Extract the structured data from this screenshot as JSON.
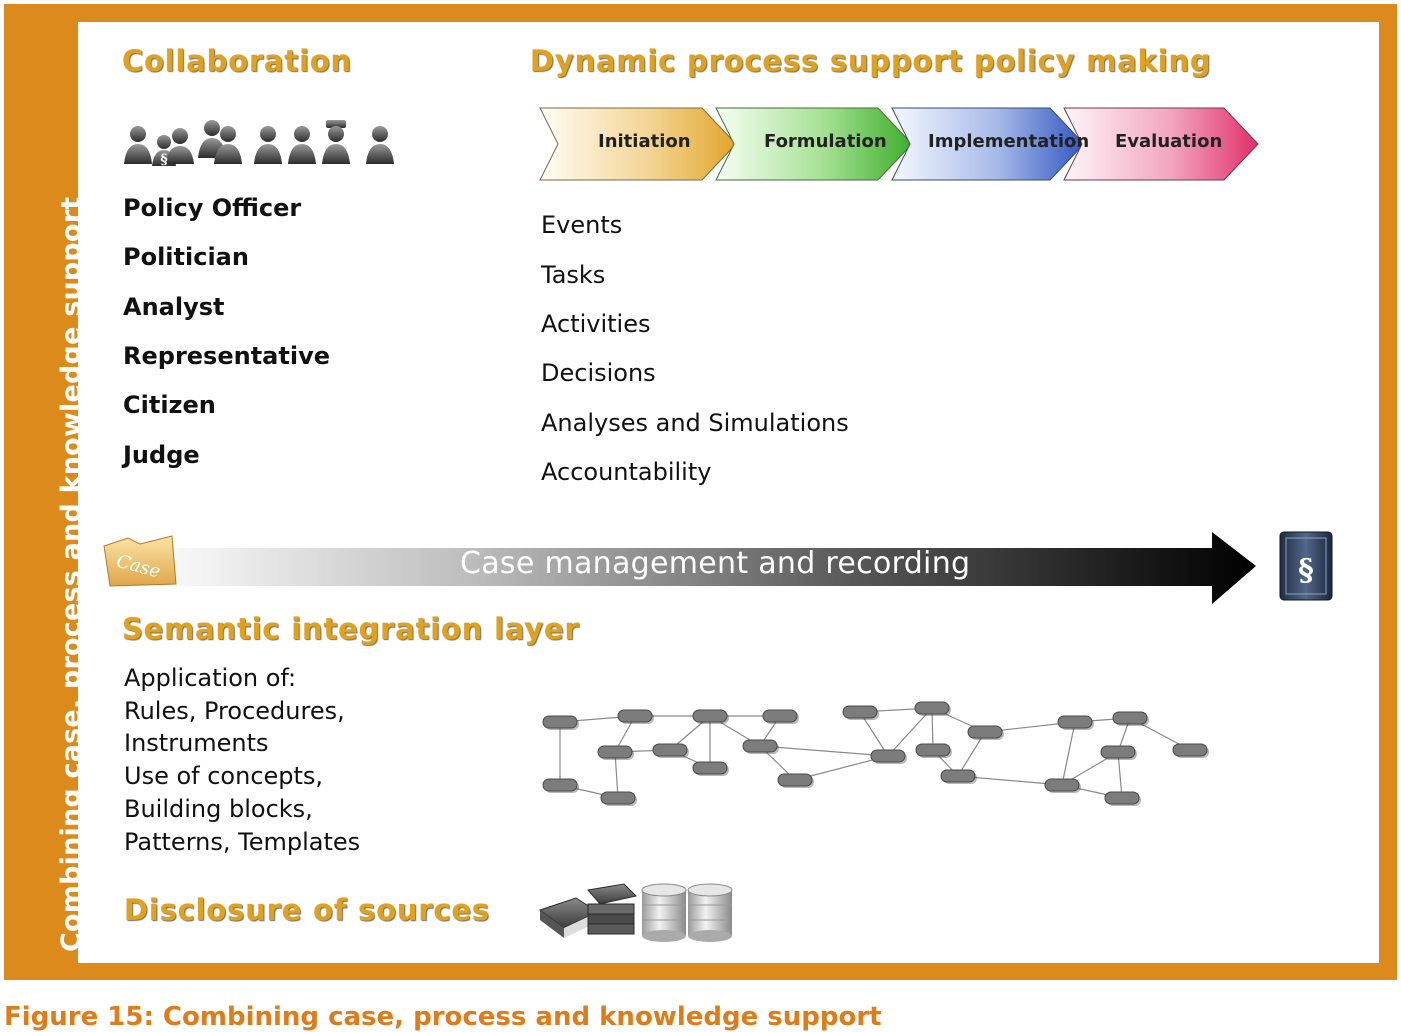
{
  "side_title": "Combining case, process and knowledge support",
  "collaboration": {
    "heading": "Collaboration",
    "roles": [
      "Policy Officer",
      "Politician",
      "Analyst",
      "Representative",
      "Citizen",
      "Judge"
    ]
  },
  "process": {
    "heading": "Dynamic process support policy making",
    "phases": [
      {
        "label": "Initiation",
        "color": "#e2a62c"
      },
      {
        "label": "Formulation",
        "color": "#4dbb3a"
      },
      {
        "label": "Implementation",
        "color": "#3b64c8"
      },
      {
        "label": "Evaluation",
        "color": "#e0306a"
      }
    ],
    "items": [
      "Events",
      "Tasks",
      "Activities",
      "Decisions",
      "Analyses and Simulations",
      "Accountability"
    ]
  },
  "case_band": {
    "text": "Case management and recording",
    "folder_label": "Case",
    "book_symbol": "§"
  },
  "semantic": {
    "heading": "Semantic integration layer",
    "lines": [
      "Application of:",
      "Rules, Procedures,",
      "Instruments",
      "Use of concepts,",
      "Building blocks,",
      "Patterns, Templates"
    ]
  },
  "sources": {
    "heading": "Disclosure of sources"
  },
  "caption": "Figure 15: Combining case, process and knowledge support",
  "colors": {
    "frame": "#dc8a1c",
    "heading": "#e0a21d",
    "caption": "#e07b17"
  },
  "icons": [
    "people-icons",
    "folder-icon",
    "law-book-icon",
    "books-icon",
    "database-icon",
    "network-graph"
  ]
}
